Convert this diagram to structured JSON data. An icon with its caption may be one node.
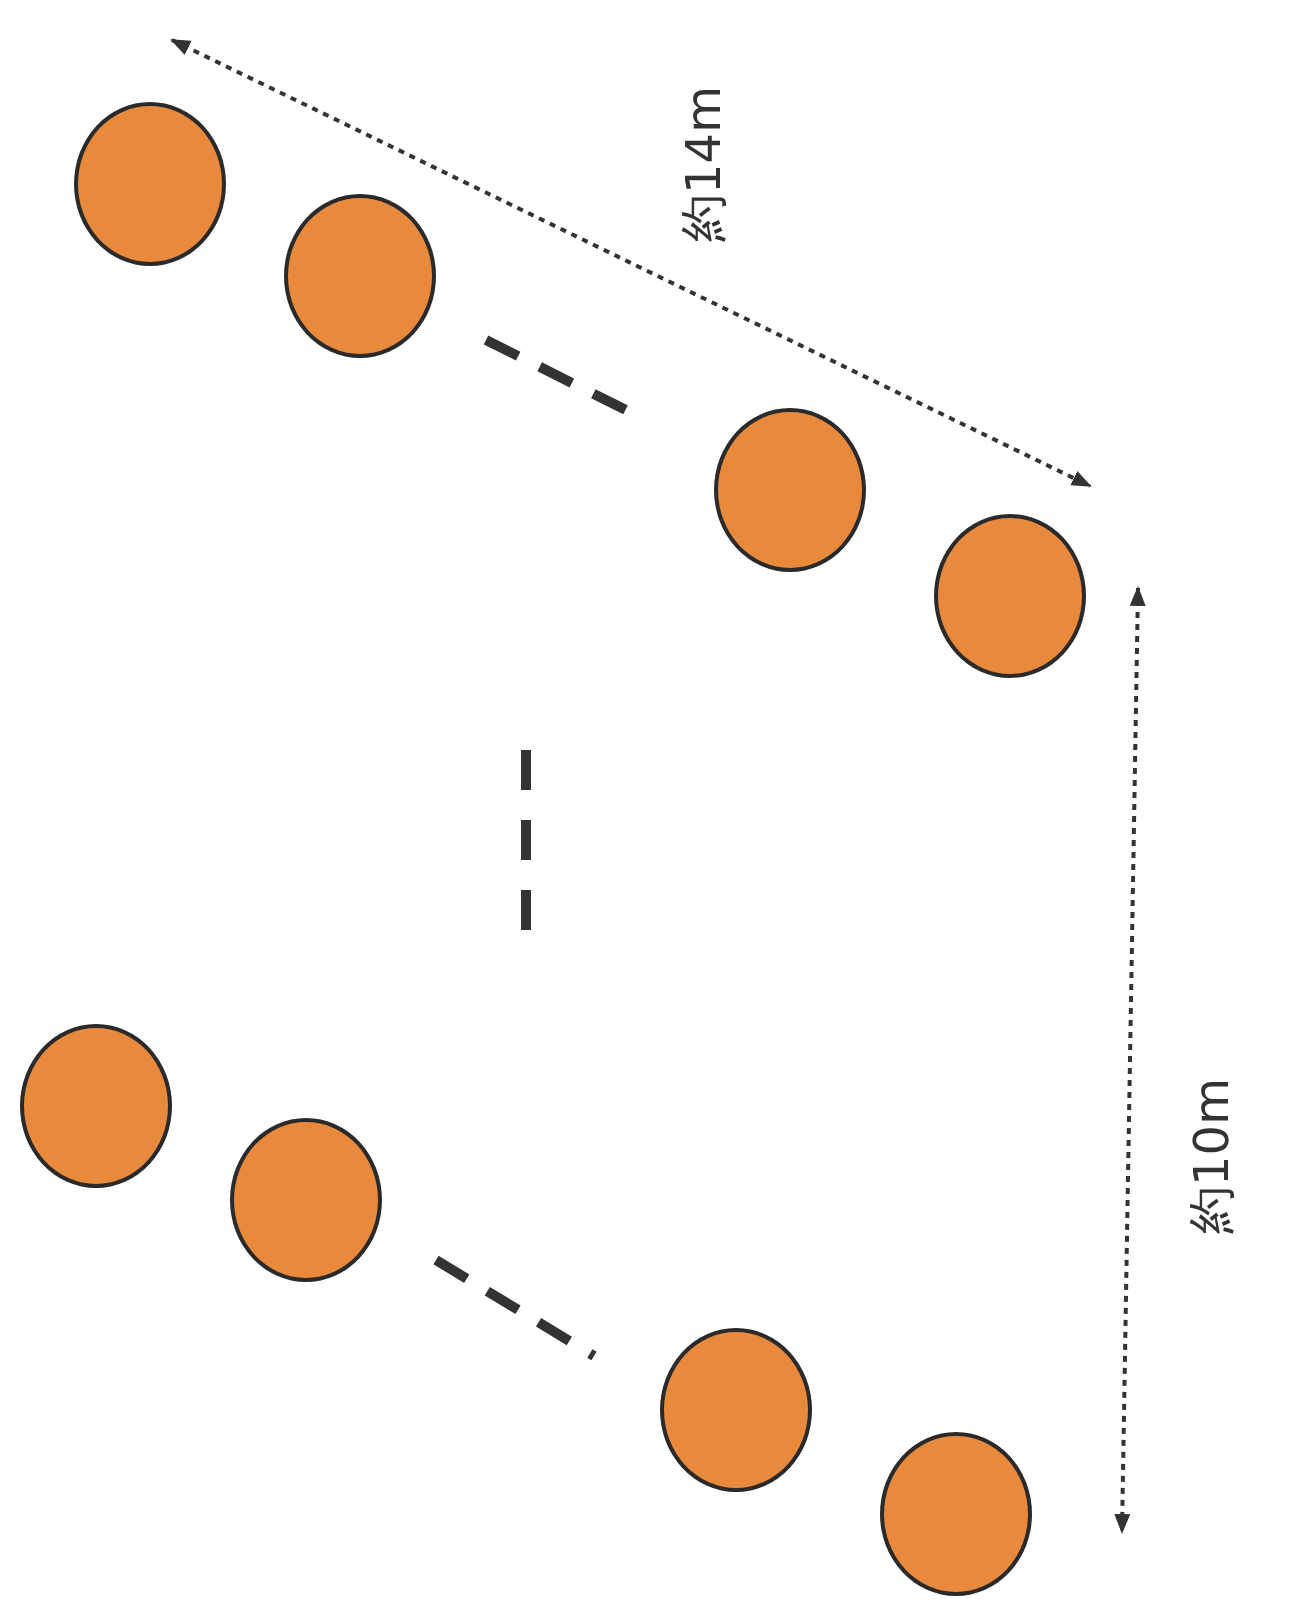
{
  "diagram": {
    "nodes": [
      {
        "text": [],
        "shape": "circle"
      },
      {
        "text": [],
        "shape": "circle"
      },
      {
        "text": [],
        "shape": "circle"
      },
      {
        "text": [],
        "shape": "circle"
      },
      {
        "text": [],
        "shape": "circle"
      },
      {
        "text": [],
        "shape": "circle"
      },
      {
        "text": [],
        "shape": "circle"
      },
      {
        "text": [],
        "shape": "circle"
      }
    ],
    "labels": [
      "約14m",
      "約10m"
    ]
  }
}
